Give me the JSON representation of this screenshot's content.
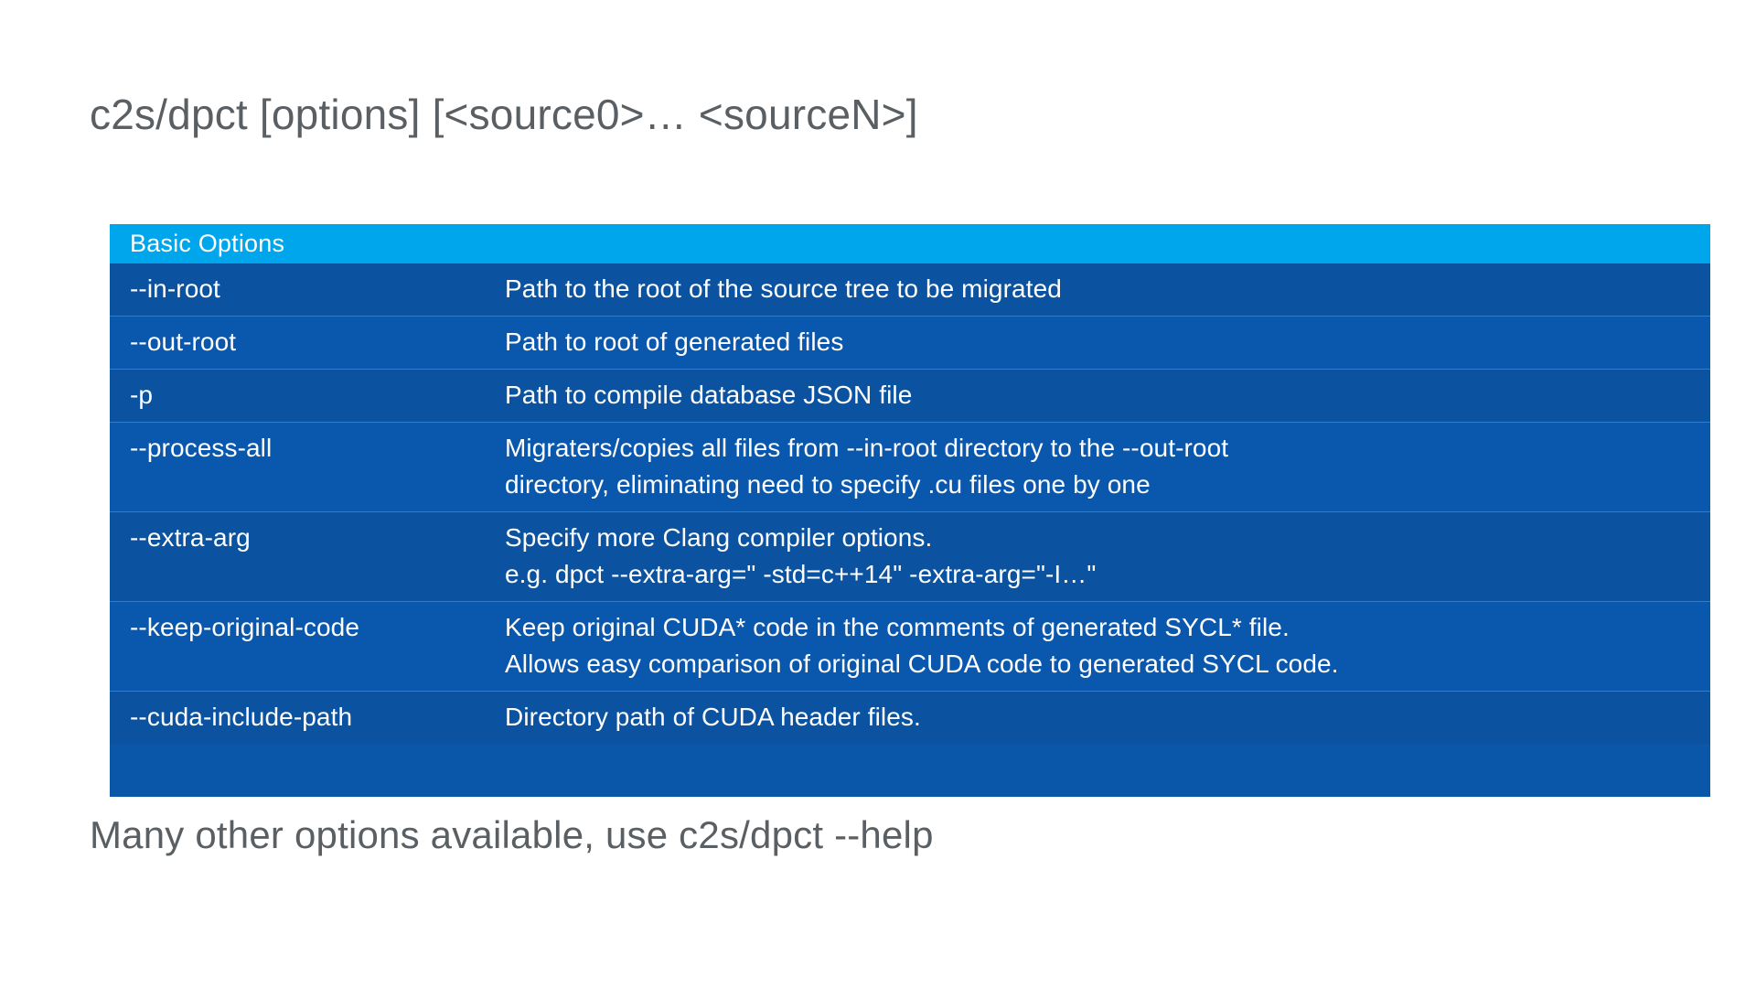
{
  "slide": {
    "title": "c2s/dpct [options] [<source0>… <sourceN>]",
    "footer": "Many other options available, use c2s/dpct --help"
  },
  "table": {
    "header": "Basic Options",
    "colors": {
      "header_bg": "#00a6ec",
      "body_bg": "#0a56a8",
      "row_divider": "#2f7fc4",
      "text": "#ffffff",
      "page_text": "#5a5f63"
    },
    "rows": [
      {
        "flag": "--in-root",
        "desc": [
          "Path to the root of the source tree to be migrated"
        ]
      },
      {
        "flag": "--out-root",
        "desc": [
          "Path to root of generated files"
        ]
      },
      {
        "flag": "-p",
        "desc": [
          "Path to compile database JSON file"
        ]
      },
      {
        "flag": "--process-all",
        "desc": [
          "Migraters/copies all files from --in-root directory to the --out-root",
          "directory, eliminating need to specify .cu files one by one"
        ]
      },
      {
        "flag": "--extra-arg",
        "desc": [
          "Specify more Clang compiler options.",
          "e.g. dpct --extra-arg=\" -std=c++14\" -extra-arg=\"-I…\""
        ]
      },
      {
        "flag": "--keep-original-code",
        "desc": [
          "Keep original CUDA* code in the comments of generated SYCL* file.",
          "Allows easy comparison of original CUDA code to generated SYCL code."
        ]
      },
      {
        "flag": "--cuda-include-path",
        "desc": [
          "Directory path of CUDA header files."
        ]
      }
    ]
  }
}
